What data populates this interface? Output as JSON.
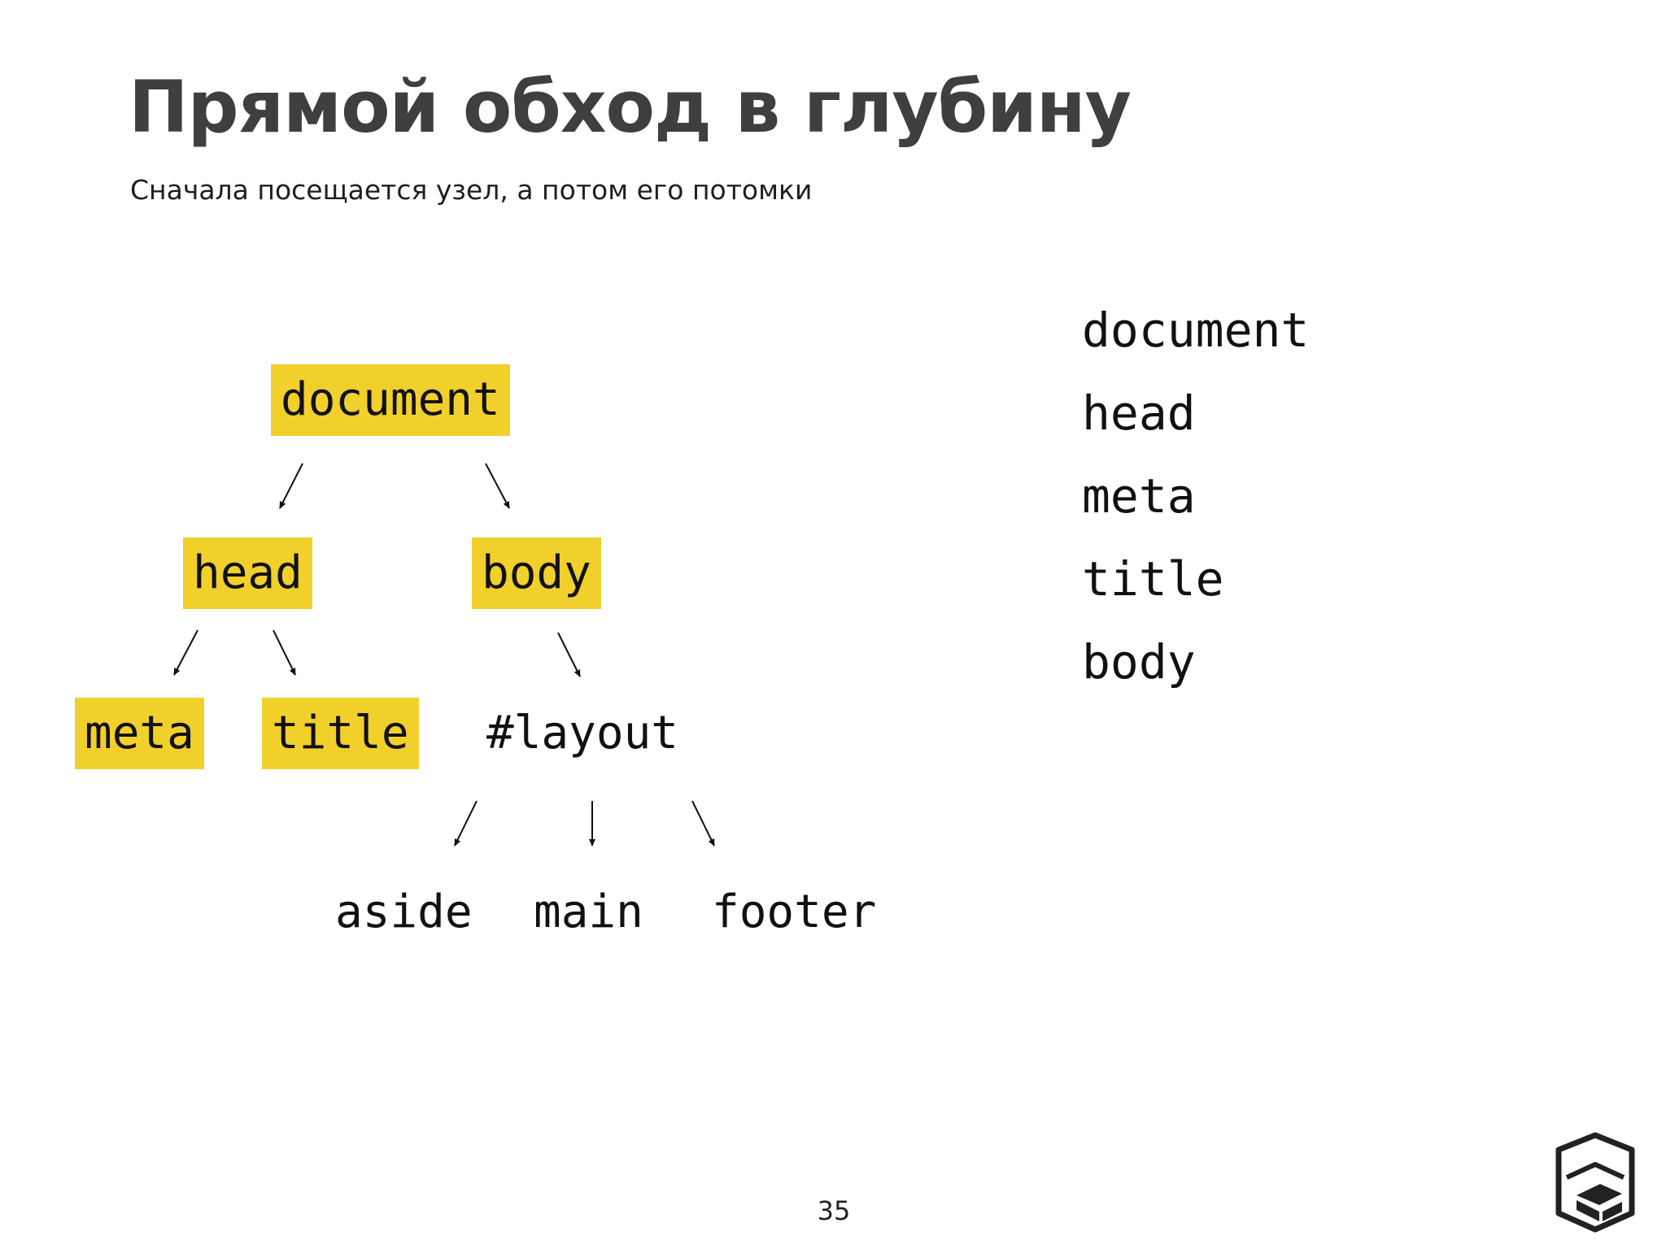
{
  "slide": {
    "title": "Прямой обход в глубину",
    "subtitle": "Сначала посещается узел, а потом его потомки",
    "page_number": "35",
    "highlight_color": "#f2d02b",
    "logo_icon": "shield-cube-logo-icon"
  },
  "tree": {
    "nodes": {
      "document": "document",
      "head": "head",
      "body": "body",
      "meta": "meta",
      "title": "title",
      "layout": "#layout",
      "aside": "aside",
      "main": "main",
      "footer": "footer"
    },
    "visited": [
      "document",
      "head",
      "body",
      "meta",
      "title"
    ]
  },
  "traversal_order": [
    "document",
    "head",
    "meta",
    "title",
    "body"
  ]
}
